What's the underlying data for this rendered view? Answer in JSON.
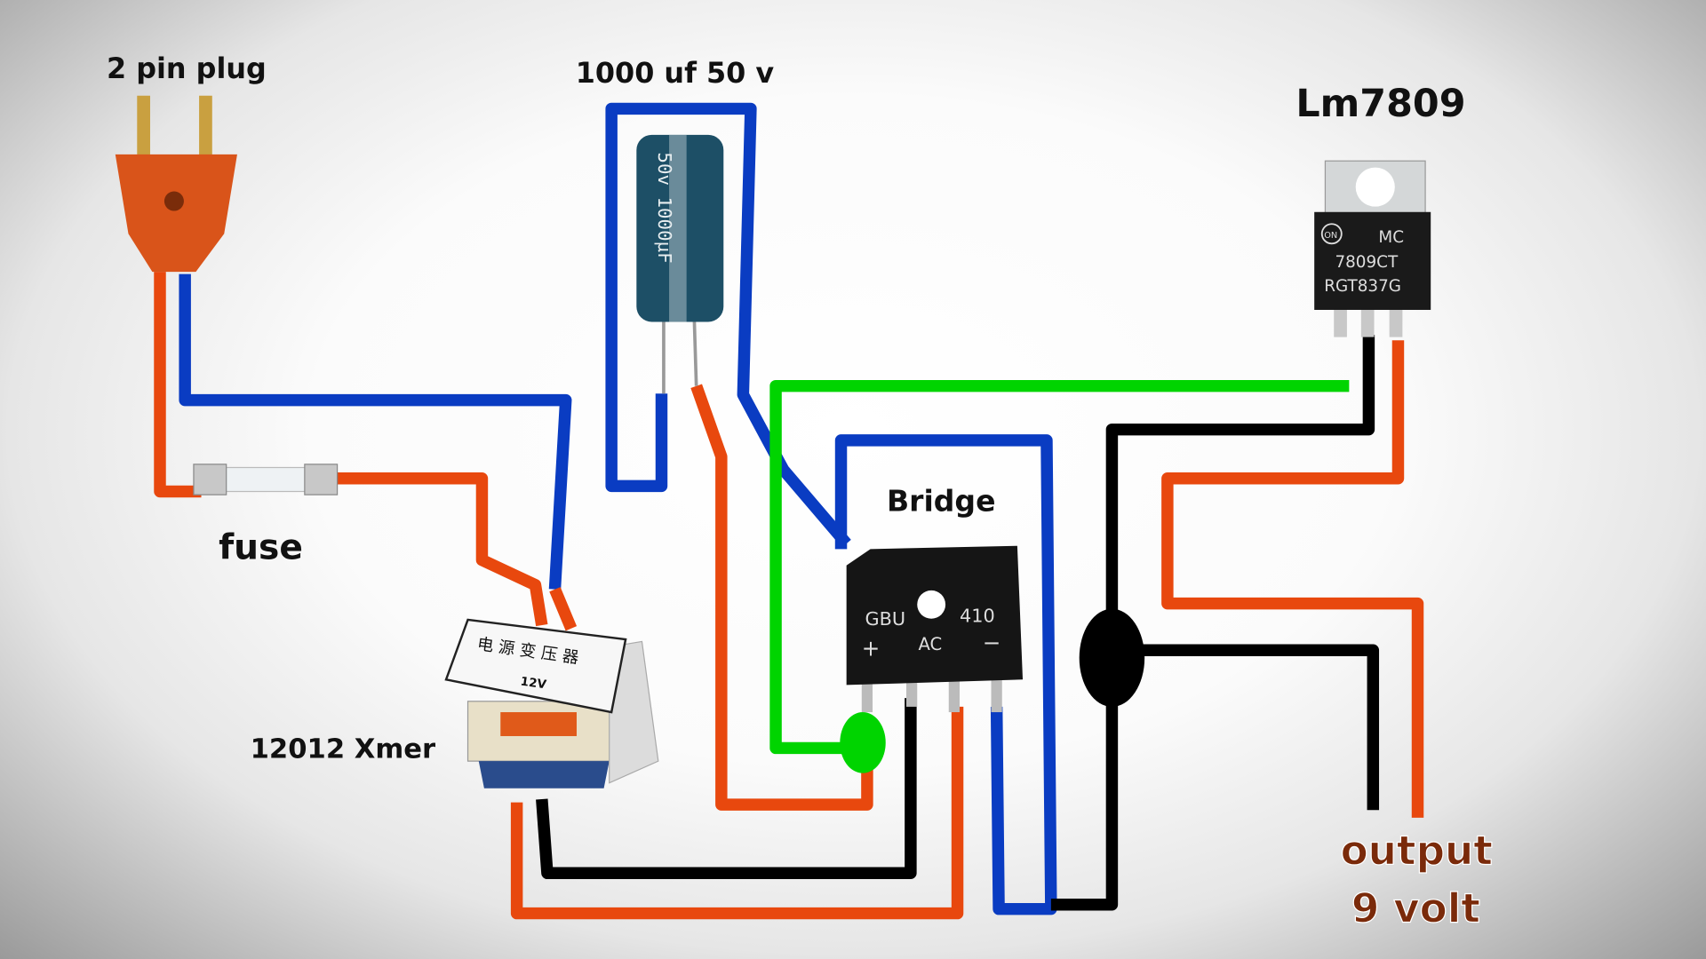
{
  "labels": {
    "plug": "2 pin plug",
    "capacitor": "1000 uf 50 v",
    "regulator": "Lm7809",
    "fuse": "fuse",
    "bridge": "Bridge",
    "transformer": "12012 Xmer",
    "output_line1": "output",
    "output_line2": "9 volt"
  },
  "component_markings": {
    "capacitor": "50v 1000µF",
    "bridge_part": "GBU",
    "bridge_number": "410",
    "bridge_plus": "+",
    "bridge_ac": "AC",
    "bridge_minus": "−",
    "regulator_logo": "ON",
    "regulator_mc": "MC",
    "regulator_part": "7809CT",
    "regulator_code": "RGT837G",
    "transformer_cn": "电 源 变 压 器",
    "transformer_voltage": "12V"
  },
  "colors": {
    "live_wire": "#e8480e",
    "neutral_wire": "#0a3cc2",
    "ground_wire": "#000000",
    "signal_wire": "#00d400",
    "output_text": "#7a2a0a"
  }
}
